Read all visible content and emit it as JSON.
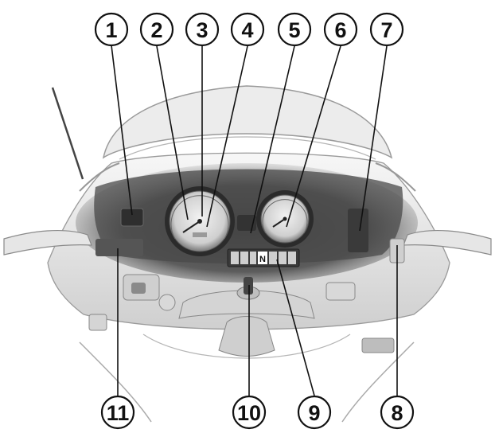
{
  "diagram": {
    "callouts": [
      "1",
      "2",
      "3",
      "4",
      "5",
      "6",
      "7",
      "8",
      "9",
      "10",
      "11"
    ],
    "indicator_panel": {
      "neutral_label": "N"
    }
  }
}
